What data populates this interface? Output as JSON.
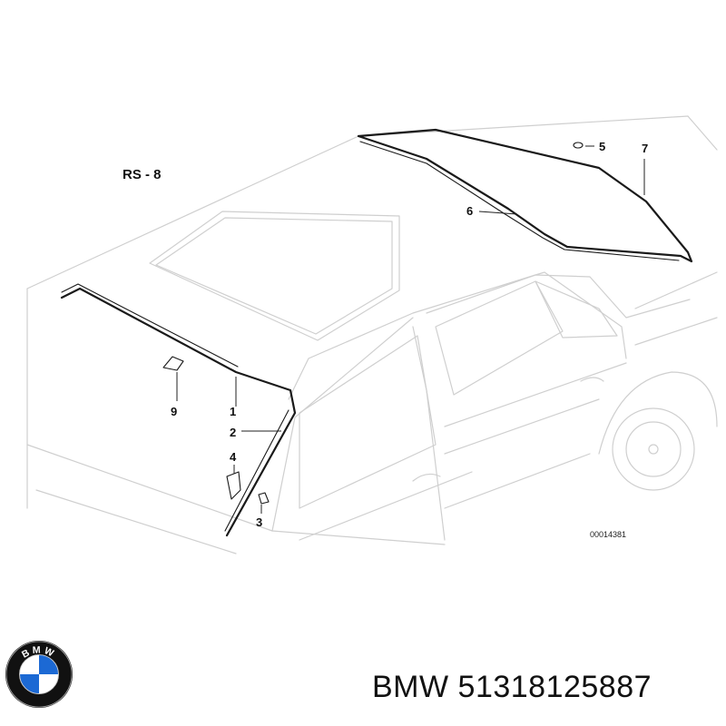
{
  "diagram": {
    "section_label": "RS - 8",
    "reference_number": "00014381",
    "callouts": {
      "c1": "1",
      "c2": "2",
      "c3": "3",
      "c4": "4",
      "c5": "5",
      "c6": "6",
      "c7": "7",
      "c9": "9"
    }
  },
  "branding": {
    "logo_text": "BMW",
    "logo_colors": {
      "blue": "#1c69d4",
      "ring": "#111111",
      "white": "#ffffff"
    }
  },
  "part_label": "BMW 51318125887"
}
